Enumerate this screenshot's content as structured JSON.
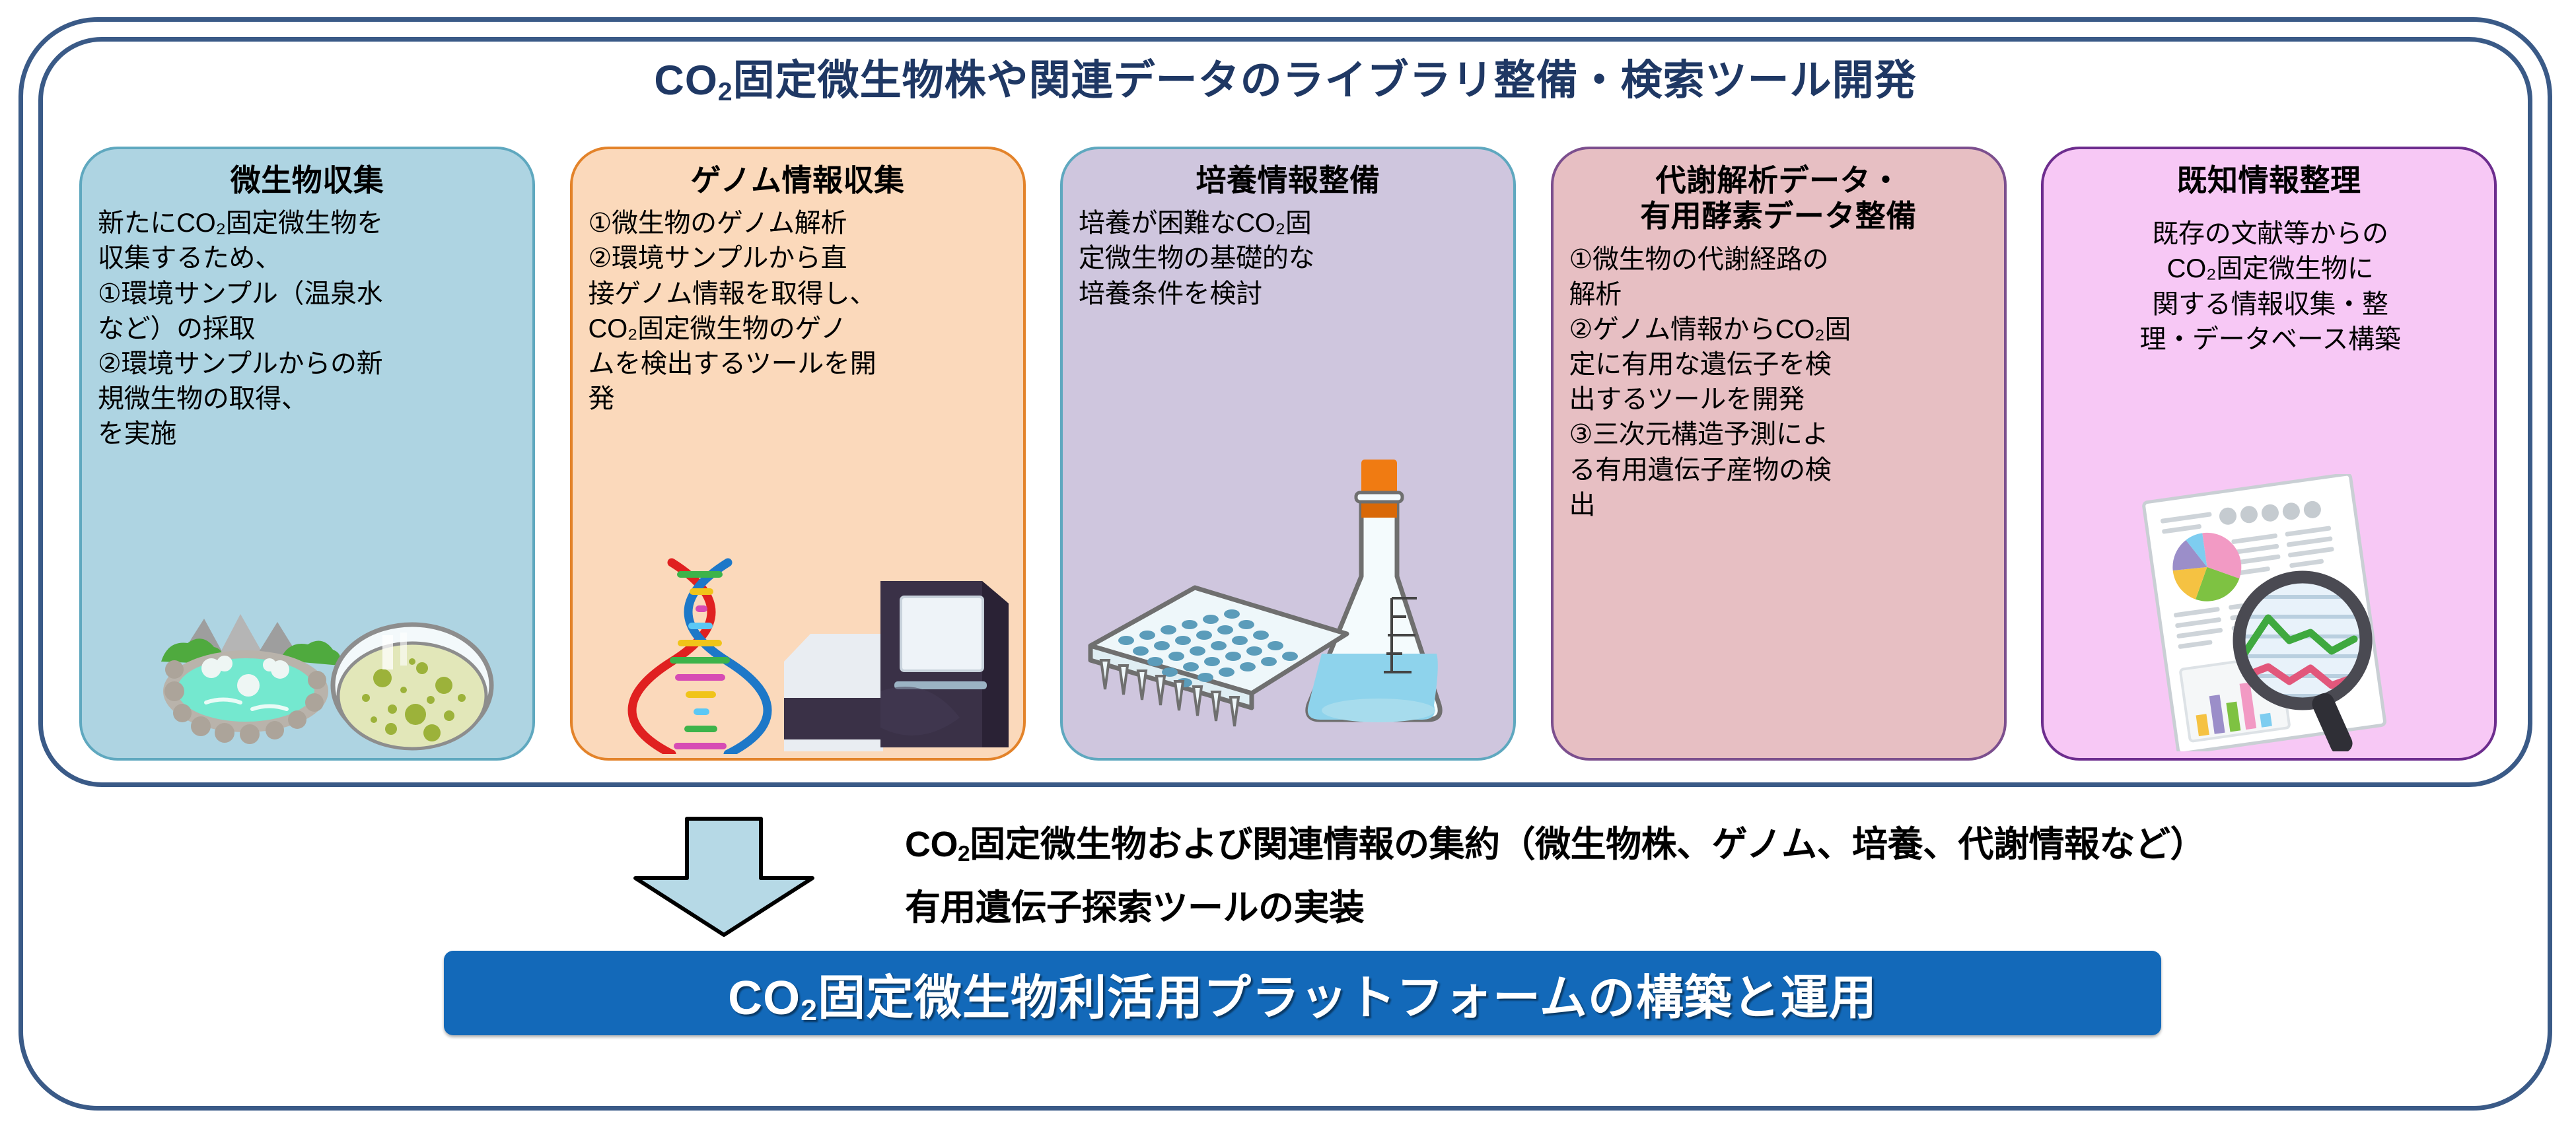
{
  "title": {
    "pre": "CO",
    "sub": "2",
    "post": "固定微生物株や関連データのライブラリ整備・検索ツール開発"
  },
  "panels": [
    {
      "id": "microbe-collection",
      "heading": [
        "微生物収集"
      ],
      "lines": [
        "新たにCO₂固定微生物を",
        "収集するため、",
        "①環境サンプル（温泉水",
        "など）の採取",
        "②環境サンプルからの新",
        "規微生物の取得、",
        "を実施"
      ],
      "fill": "#aed4e2",
      "border": "#5fa8bf",
      "art": "hot-spring-and-petri-dish"
    },
    {
      "id": "genome-information-collection",
      "heading": [
        "ゲノム情報収集"
      ],
      "lines": [
        "①微生物のゲノム解析",
        "②環境サンプルから直",
        "接ゲノム情報を取得し、",
        "CO₂固定微生物のゲノ",
        "ムを検出するツールを開",
        "発"
      ],
      "fill": "#fbd9bb",
      "border": "#e3832a",
      "art": "dna-helix-and-sequencer"
    },
    {
      "id": "culture-information",
      "heading": [
        "培養情報整備"
      ],
      "lines": [
        "培養が困難なCO₂固",
        "定微生物の基礎的な",
        "培養条件を検討"
      ],
      "fill": "#cfc6de",
      "border": "#5fa8bf",
      "art": "well-plate-and-flask"
    },
    {
      "id": "metabolic-analysis-enzyme-data",
      "heading": [
        "代謝解析データ・",
        "有用酵素データ整備"
      ],
      "lines": [
        "①微生物の代謝経路の",
        "解析",
        "②ゲノム情報からCO₂固",
        "定に有用な遺伝子を検",
        "出するツールを開発",
        "③三次元構造予測によ",
        "る有用遺伝子産物の検",
        "出"
      ],
      "fill": "#e7bfc3",
      "border": "#7c4f8e",
      "art": "none"
    },
    {
      "id": "known-information-organizing",
      "heading": [
        "既知情報整理"
      ],
      "lines": [
        "既存の文献等からの",
        "CO₂固定微生物に",
        "関する情報収集・整",
        "理・データベース構築"
      ],
      "fill": "#f7c8f5",
      "border": "#6d2d8e",
      "art": "report-and-magnifier"
    }
  ],
  "arrow": {
    "name": "down-arrow",
    "fill": "#b6d9e6",
    "stroke": "#000000"
  },
  "summary": {
    "line1_pre": "CO",
    "line1_sub": "2",
    "line1_post": "固定微生物および関連情報の集約（微生物株、ゲノム、培養、代謝情報など）",
    "line2": "有用遺伝子探索ツールの実装"
  },
  "banner": {
    "pre": "CO",
    "sub": "2",
    "post": "固定微生物利活用プラットフォームの構築と運用",
    "bg": "#1369b9",
    "text_color": "#ffffff"
  },
  "colors": {
    "frame_border": "#3a5a87",
    "title_color": "#1f3864",
    "accent_blue": "#1369b9"
  }
}
